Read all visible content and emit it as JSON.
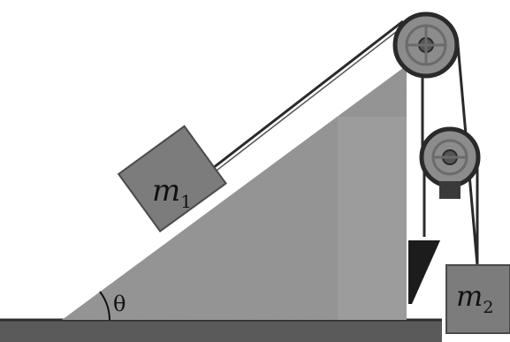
{
  "masses": {
    "m1": {
      "symbol": "m",
      "subscript": "1"
    },
    "m2": {
      "symbol": "m",
      "subscript": "2"
    }
  },
  "angle": {
    "symbol": "θ"
  },
  "colors": {
    "background": "#ffffff",
    "wedge": "#9a9a9a",
    "wedge_shadow": "#8a8a8a",
    "block": "#7c7c7c",
    "ground": "#5a5a5a",
    "rope": "#2a2a2a",
    "pulley": "#8c8c8c",
    "pulley_ring": "#2a2a2a"
  }
}
